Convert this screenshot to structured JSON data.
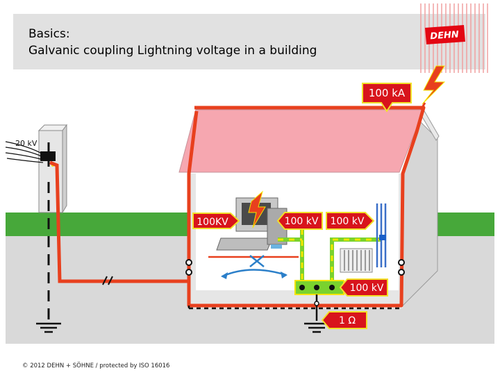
{
  "header": {
    "title_line1": "Basics:",
    "title_line2": "Galvanic coupling Lightning voltage in a building"
  },
  "logo": {
    "text": "DEHN"
  },
  "labels": {
    "lightning_current": "100 kA",
    "grid_voltage": "20 kV",
    "pc_left_voltage": "100KV",
    "pc_right_voltage": "100 kV",
    "heater_voltage": "100 kV",
    "bonding_bar_voltage": "100 kV",
    "earth_resistance": "1 Ω"
  },
  "footer": {
    "copyright": "© 2012 DEHN + SÖHNE / protected by ISO 16016"
  },
  "colors": {
    "header_bg": "#e1e1e1",
    "ground": "#d9d9d9",
    "grass": "#47a83a",
    "roof": "#f6a7b0",
    "wall": "#e6e6e6",
    "conductor_red": "#e8401e",
    "bonding_green": "#7ad22e",
    "bonding_yellow": "#f5e600",
    "label_bg": "#d8141c",
    "label_border": "#f2e12a",
    "logo_red": "#e30613"
  }
}
